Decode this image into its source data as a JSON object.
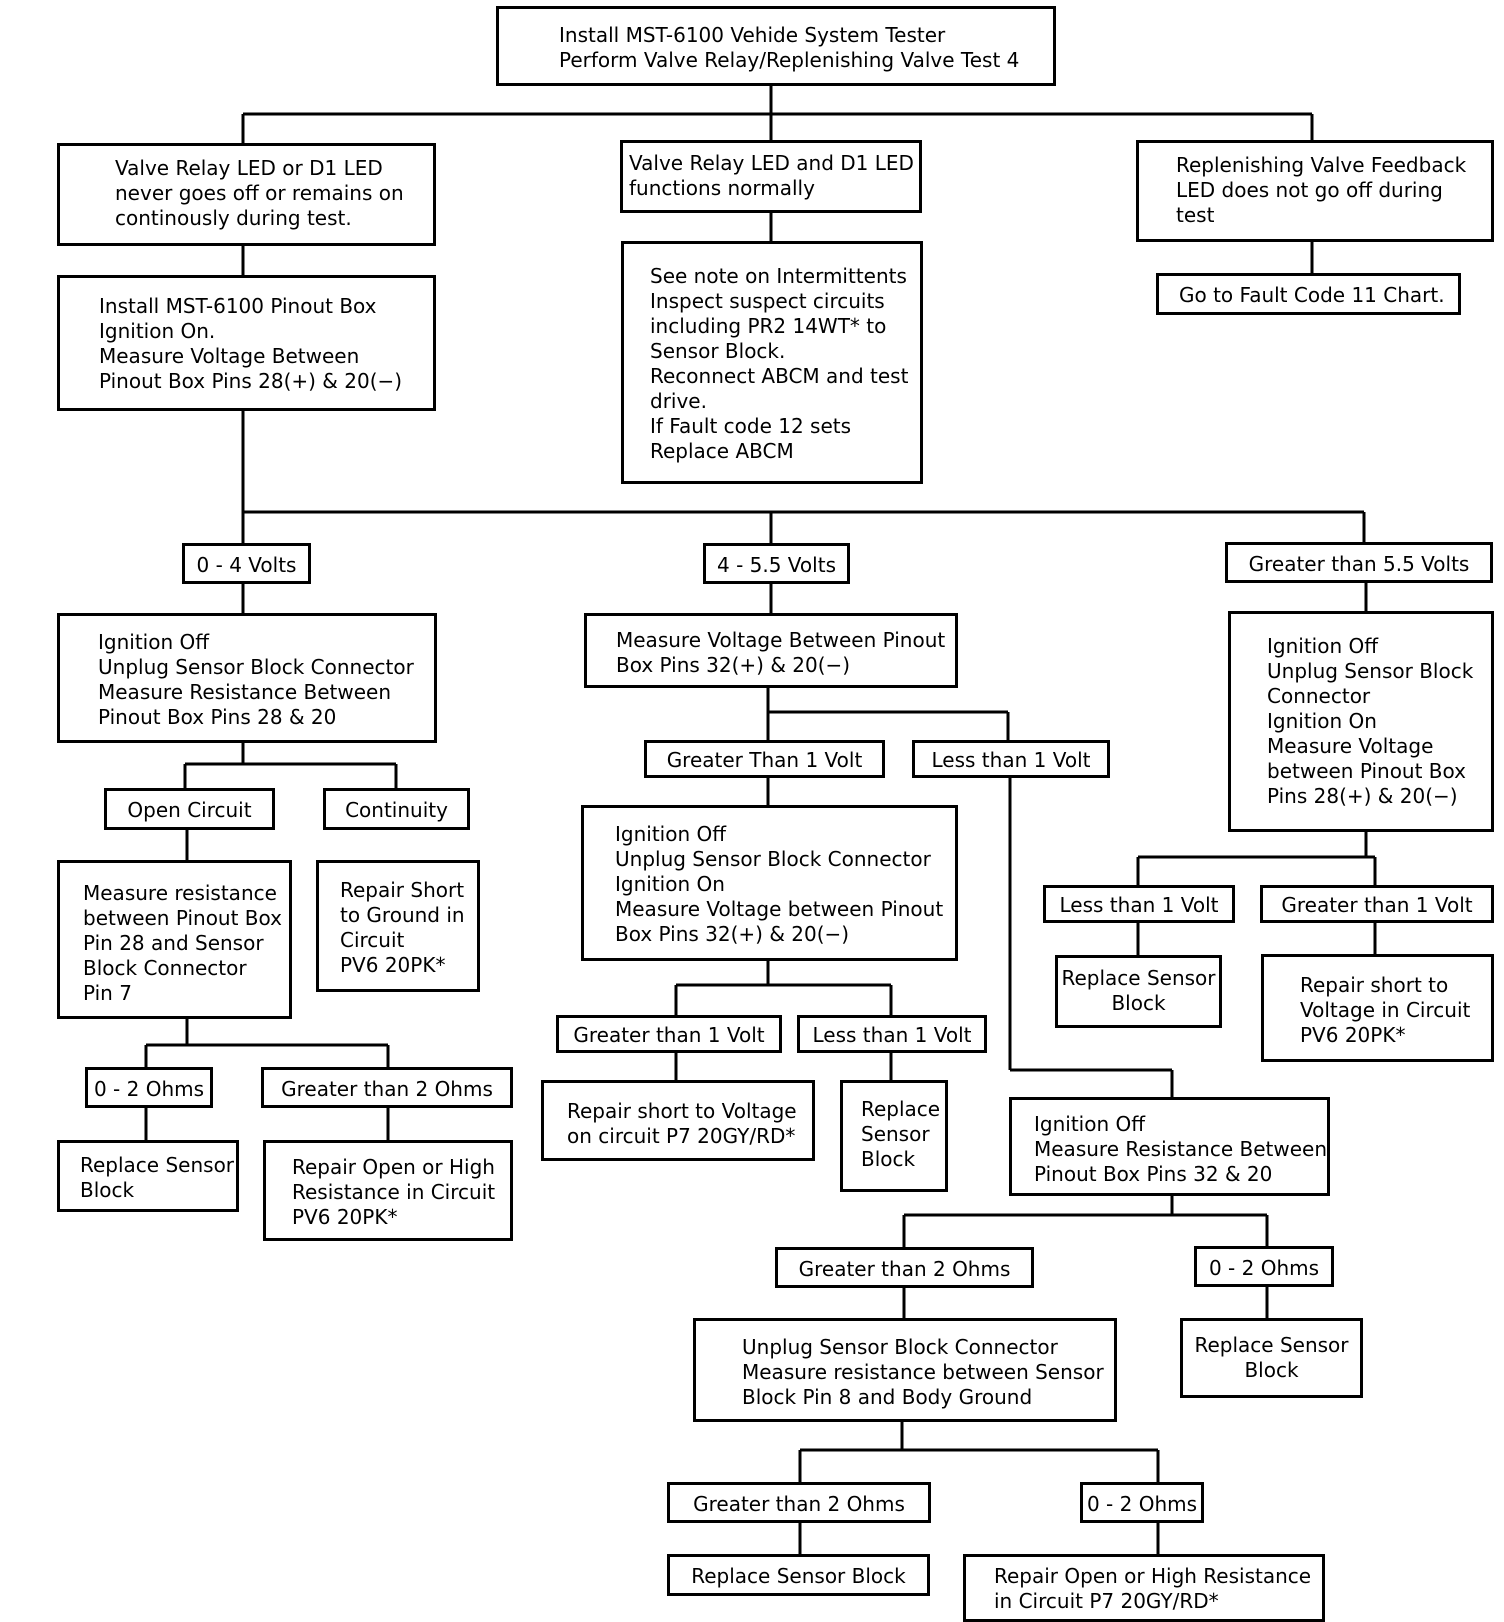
{
  "nodes": {
    "start": [
      "Install MST-6100 Vehide System Tester",
      "Perform Valve Relay/Replenishing Valve Test 4"
    ],
    "led_stuck": [
      "Valve Relay LED or D1 LED",
      "never goes off or remains on",
      "continously during test."
    ],
    "led_normal": [
      "Valve Relay LED and D1 LED",
      "functions normally"
    ],
    "replen_feedback": [
      "Replenishing Valve Feedback",
      "LED does not go off during",
      "test"
    ],
    "intermittent_note": [
      "See note on Intermittents",
      "Inspect suspect circuits",
      "including PR2 14WT* to",
      "Sensor Block.",
      "Reconnect ABCM and test",
      "drive.",
      "If Fault code 12 sets",
      "Replace ABCM"
    ],
    "fault11": [
      "Go to Fault Code 11 Chart."
    ],
    "pinout_box": [
      "Install MST-6100 Pinout Box",
      "Ignition On.",
      "Measure Voltage Between",
      "Pinout Box Pins 28(+) & 20(−)"
    ],
    "v_0_4": [
      "0 - 4 Volts"
    ],
    "v_4_55": [
      "4 - 5.5 Volts"
    ],
    "v_gt55": [
      "Greater than 5.5 Volts"
    ],
    "left_ign_off": [
      "Ignition Off",
      "Unplug Sensor Block Connector",
      "Measure Resistance Between",
      "Pinout Box Pins 28 & 20"
    ],
    "mid_measure32": [
      "Measure Voltage Between Pinout",
      "Box Pins 32(+) & 20(−)"
    ],
    "right_ign_off": [
      "Ignition Off",
      "Unplug Sensor Block",
      "Connector",
      "Ignition On",
      "Measure Voltage",
      "between Pinout Box",
      "Pins 28(+) & 20(−)"
    ],
    "open_circuit": [
      "Open Circuit"
    ],
    "continuity": [
      "Continuity"
    ],
    "mid_gt1": [
      "Greater Than 1 Volt"
    ],
    "mid_lt1": [
      "Less than 1 Volt"
    ],
    "right_lt1": [
      "Less than 1 Volt"
    ],
    "right_gt1": [
      "Greater than 1 Volt"
    ],
    "measure_pin7": [
      "Measure resistance",
      "between Pinout Box",
      "Pin 28 and Sensor",
      "Block Connector",
      "Pin 7"
    ],
    "repair_short_ground": [
      "Repair Short",
      "to Ground in",
      "Circuit",
      "PV6 20PK*"
    ],
    "mid_ign_off2": [
      "Ignition Off",
      "Unplug Sensor Block Connector",
      "Ignition On",
      "Measure Voltage between Pinout",
      "Box Pins 32(+) & 20(−)"
    ],
    "right_replace": [
      "Replace Sensor",
      "Block"
    ],
    "right_repair_short": [
      "Repair short to",
      "Voltage in Circuit",
      "PV6 20PK*"
    ],
    "left_0_2": [
      "0 - 2 Ohms"
    ],
    "left_gt2": [
      "Greater than 2 Ohms"
    ],
    "mid_gt1_b": [
      "Greater than 1 Volt"
    ],
    "mid_lt1_b": [
      "Less than 1 Volt"
    ],
    "left_replace": [
      "Replace Sensor",
      "Block"
    ],
    "left_repair_open": [
      "Repair Open or High",
      "Resistance in Circuit",
      "PV6 20PK*"
    ],
    "repair_short_p7": [
      "Repair short to Voltage",
      "on circuit P7 20GY/RD*"
    ],
    "mid_replace": [
      "Replace",
      "Sensor",
      "Block"
    ],
    "ign_off_32_20": [
      "Ignition Off",
      "Measure Resistance Between",
      "Pinout Box Pins 32 & 20"
    ],
    "gt2_a": [
      "Greater than 2 Ohms"
    ],
    "ohm_0_2_a": [
      "0 - 2 Ohms"
    ],
    "unplug_pin8": [
      "Unplug Sensor Block Connector",
      "Measure resistance between Sensor",
      "Block Pin 8 and Body Ground"
    ],
    "replace_a": [
      "Replace Sensor",
      "Block"
    ],
    "gt2_b": [
      "Greater than 2 Ohms"
    ],
    "ohm_0_2_b": [
      "0 - 2 Ohms"
    ],
    "replace_b": [
      "Replace Sensor Block"
    ],
    "repair_open_p7": [
      "Repair Open or High Resistance",
      "in Circuit P7 20GY/RD*"
    ]
  }
}
